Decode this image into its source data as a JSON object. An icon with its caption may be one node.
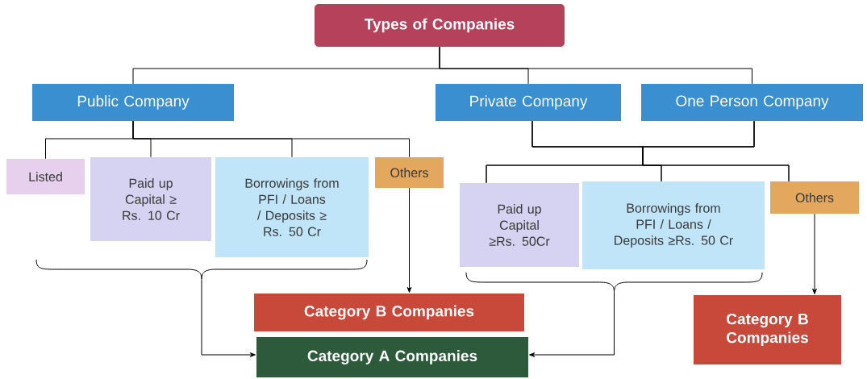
{
  "diagram": {
    "nodes": [
      {
        "text": [
          "Types of Companies"
        ]
      },
      {
        "text": [
          "Public Company"
        ]
      },
      {
        "text": [
          "Private Company"
        ]
      },
      {
        "text": [
          "One Person Company"
        ]
      },
      {
        "text": [
          "Listed"
        ]
      },
      {
        "text": [
          "Paid up Capital ≥ Rs. 10 Cr"
        ]
      },
      {
        "text": [
          "Borrowings from PFI / Loans / Deposits ≥ Rs. 50 Cr"
        ]
      },
      {
        "text": [
          "Others"
        ]
      },
      {
        "text": [
          "Paid up Capital ≥Rs. 50Cr"
        ]
      },
      {
        "text": [
          "Borrowings from PFI / Loans / Deposits ≥Rs. 50 Cr"
        ]
      },
      {
        "text": [
          "Others"
        ]
      },
      {
        "text": [
          "Category B Companies"
        ]
      },
      {
        "text": [
          "Category B Companies"
        ]
      },
      {
        "text": [
          "Category A Companies"
        ]
      },
      {
        "text": [],
        "shape": "brace"
      },
      {
        "text": [],
        "shape": "brace"
      }
    ],
    "edges": [
      {
        "from": 0,
        "to": 1,
        "arrow": "none"
      },
      {
        "from": 0,
        "to": 2,
        "arrow": "none"
      },
      {
        "from": 0,
        "to": 3,
        "arrow": "none"
      },
      {
        "from": 1,
        "to": 4,
        "arrow": "none"
      },
      {
        "from": 1,
        "to": 5,
        "arrow": "none"
      },
      {
        "from": 1,
        "to": 6,
        "arrow": "none"
      },
      {
        "from": 1,
        "to": 7,
        "arrow": "none"
      },
      {
        "from": 2,
        "to": 8,
        "arrow": "none"
      },
      {
        "from": 2,
        "to": 9,
        "arrow": "none"
      },
      {
        "from": 2,
        "to": 10,
        "arrow": "none"
      },
      {
        "from": 3,
        "to": 8,
        "arrow": "none"
      },
      {
        "from": 3,
        "to": 9,
        "arrow": "none"
      },
      {
        "from": 3,
        "to": 10,
        "arrow": "none"
      },
      {
        "from": 7,
        "to": 11,
        "arrow": "to"
      },
      {
        "from": 14,
        "to": 13,
        "arrow": "to"
      },
      {
        "from": 15,
        "to": 13,
        "arrow": "to"
      },
      {
        "from": 10,
        "to": 12,
        "arrow": "to"
      }
    ]
  }
}
